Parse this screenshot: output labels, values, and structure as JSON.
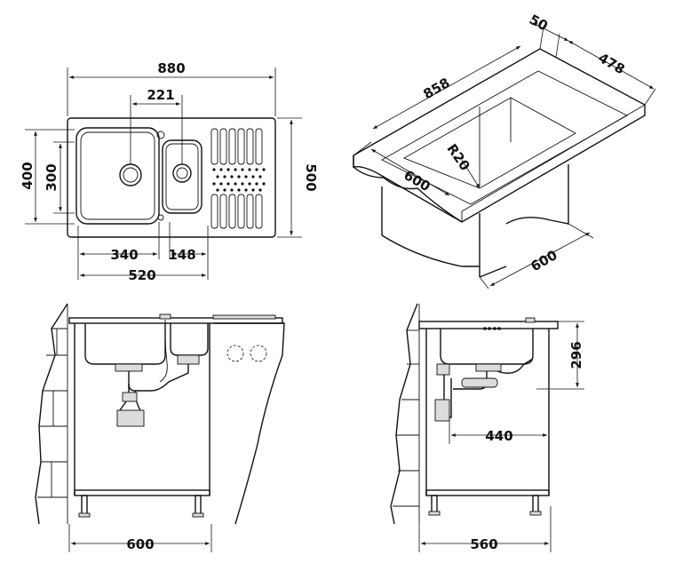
{
  "top_view": {
    "overall_width": "880",
    "drain_spacing": "221",
    "height_outer": "400",
    "height_bowl": "300",
    "overall_depth": "500",
    "bowl_width": "340",
    "small_bowl_width": "148",
    "bowls_total": "520"
  },
  "iso_view": {
    "length": "858",
    "edge": "50",
    "depth": "478",
    "radius": "R20",
    "cabinet_front": "600",
    "cabinet_side": "600"
  },
  "front_view": {
    "cabinet_width": "600"
  },
  "side_view": {
    "bowl_depth": "296",
    "drain_offset": "440",
    "cabinet_depth": "560"
  }
}
